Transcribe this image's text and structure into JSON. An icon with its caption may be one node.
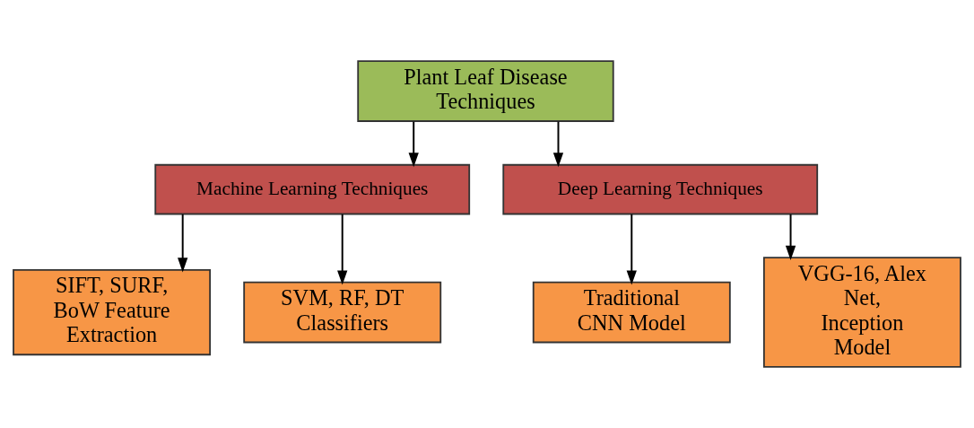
{
  "diagram": {
    "nodes": [
      {
        "text": [
          "Plant Leaf Disease Techniques"
        ]
      },
      {
        "text": [
          "Machine Learning Techniques"
        ]
      },
      {
        "text": [
          "Deep Learning Techniques"
        ]
      },
      {
        "text": [
          "SIFT, SURF, BoW Feature Extraction"
        ]
      },
      {
        "text": [
          "SVM, RF, DT Classifiers"
        ]
      },
      {
        "text": [
          "Traditional CNN Model"
        ]
      },
      {
        "text": [
          "VGG-16, Alex Net, Inception Model"
        ]
      }
    ],
    "edges": [
      {
        "from": 0,
        "to": 1,
        "arrow": "to"
      },
      {
        "from": 0,
        "to": 2,
        "arrow": "to"
      },
      {
        "from": 1,
        "to": 3,
        "arrow": "to"
      },
      {
        "from": 1,
        "to": 4,
        "arrow": "to"
      },
      {
        "from": 2,
        "to": 5,
        "arrow": "to"
      },
      {
        "from": 2,
        "to": 6,
        "arrow": "to"
      }
    ]
  }
}
